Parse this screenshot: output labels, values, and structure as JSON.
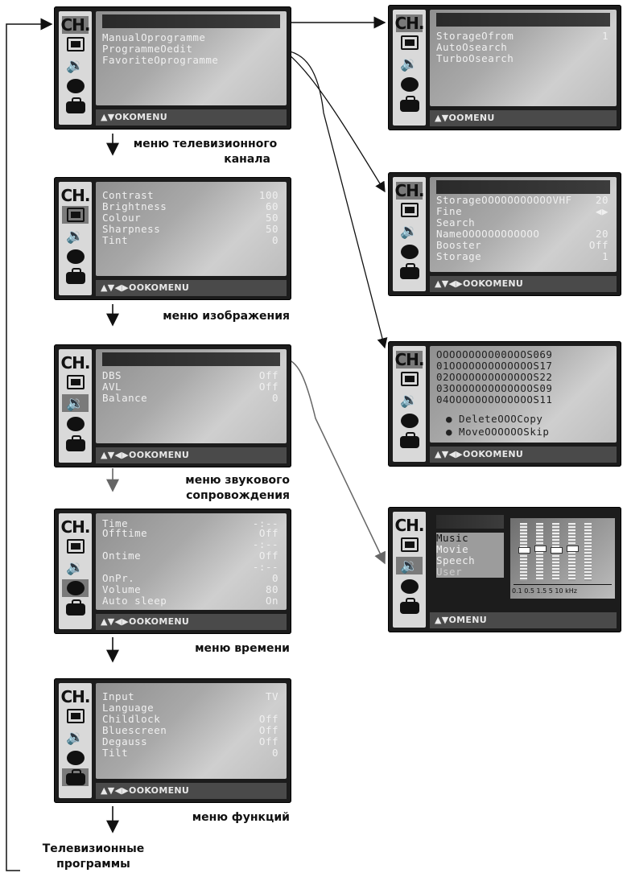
{
  "menus": {
    "channel": {
      "rows": [
        "ManualOprogramme",
        "ProgrammeOedit",
        "FavoriteOprogramme"
      ],
      "footer": "▲▼OKOMENU",
      "caption_line1": "меню телевизионного",
      "caption_line2": "канала"
    },
    "picture": {
      "rows": [
        {
          "label": "Contrast",
          "value": "100"
        },
        {
          "label": "Brightness",
          "value": "60"
        },
        {
          "label": "Colour",
          "value": "50"
        },
        {
          "label": "Sharpness",
          "value": "50"
        },
        {
          "label": "Tint",
          "value": "0"
        }
      ],
      "footer": "▲▼◀▶OOKOMENU",
      "caption": "меню изображения"
    },
    "sound": {
      "rows": [
        {
          "label": "DBS",
          "value": "Off"
        },
        {
          "label": "AVL",
          "value": "Off"
        },
        {
          "label": "Balance",
          "value": "0"
        }
      ],
      "footer": "▲▼◀▶OOKOMENU",
      "caption_line1": "меню звукового",
      "caption_line2": "сопровождения"
    },
    "time": {
      "rows": [
        {
          "label": "Time",
          "value": "-:--"
        },
        {
          "label": "Offtime",
          "value": "Off"
        },
        {
          "label": "",
          "value": "-:--"
        },
        {
          "label": "Ontime",
          "value": "Off"
        },
        {
          "label": "",
          "value": "-:--"
        },
        {
          "label": "OnPr.",
          "value": "0"
        },
        {
          "label": "Volume",
          "value": "80"
        },
        {
          "label": "Auto sleep",
          "value": "On"
        }
      ],
      "footer": "▲▼◀▶OOKOMENU",
      "caption": "меню времени"
    },
    "function": {
      "rows": [
        {
          "label": "Input",
          "value": "TV"
        },
        {
          "label": "Language",
          "value": ""
        },
        {
          "label": "Childlock",
          "value": "Off"
        },
        {
          "label": "Bluescreen",
          "value": "Off"
        },
        {
          "label": "Degauss",
          "value": "Off"
        },
        {
          "label": "Tilt",
          "value": "0"
        }
      ],
      "footer": "▲▼◀▶OOKOMENU",
      "caption": "меню функций"
    },
    "auto_prog": {
      "rows": [
        {
          "label": "StorageOfrom",
          "value": "1"
        },
        {
          "label": "AutoOsearch",
          "value": ""
        },
        {
          "label": "TurboOsearch",
          "value": ""
        }
      ],
      "footer": "▲▼OOMENU"
    },
    "manual_prog": {
      "rows": [
        {
          "label": "StorageOOOOOOOOOOOVHF",
          "value": "20"
        },
        {
          "label": "Fine",
          "value": "◀▶"
        },
        {
          "label": "Search",
          "value": ""
        },
        {
          "label": "NameOOOOOOOOOOOO",
          "value": "20"
        },
        {
          "label": "Booster",
          "value": "Off"
        },
        {
          "label": "Storage",
          "value": "1"
        }
      ],
      "footer": "▲▼◀▶OOKOMENU"
    },
    "prog_edit": {
      "rows": [
        "OOOOOOOOO00OOOS069",
        "01OOOOOOOOOOOOOS17",
        "02OOOOOOOOOOOOOS22",
        "03OOOOOOOOOOOOOS09",
        "04OOOOOOOOOOOOOS11"
      ],
      "option1": "● DeleteOOOCopy",
      "option2": "● MoveOOOOOOSkip",
      "footer": "▲▼◀▶OOKOMENU"
    },
    "sound_mode": {
      "rows": [
        "Music",
        "Movie",
        "Speech",
        "User"
      ],
      "eq_axis": "0.1 0.5 1.5 5 10 kHz",
      "footer": "▲▼OMENU"
    }
  },
  "side_label_line1": "Телевизионные",
  "side_label_line2": "программы",
  "sidebar_icons": [
    "ch-icon",
    "tv-icon",
    "speaker-icon",
    "time-icon",
    "briefcase-icon"
  ],
  "sidebar_label": "CH."
}
